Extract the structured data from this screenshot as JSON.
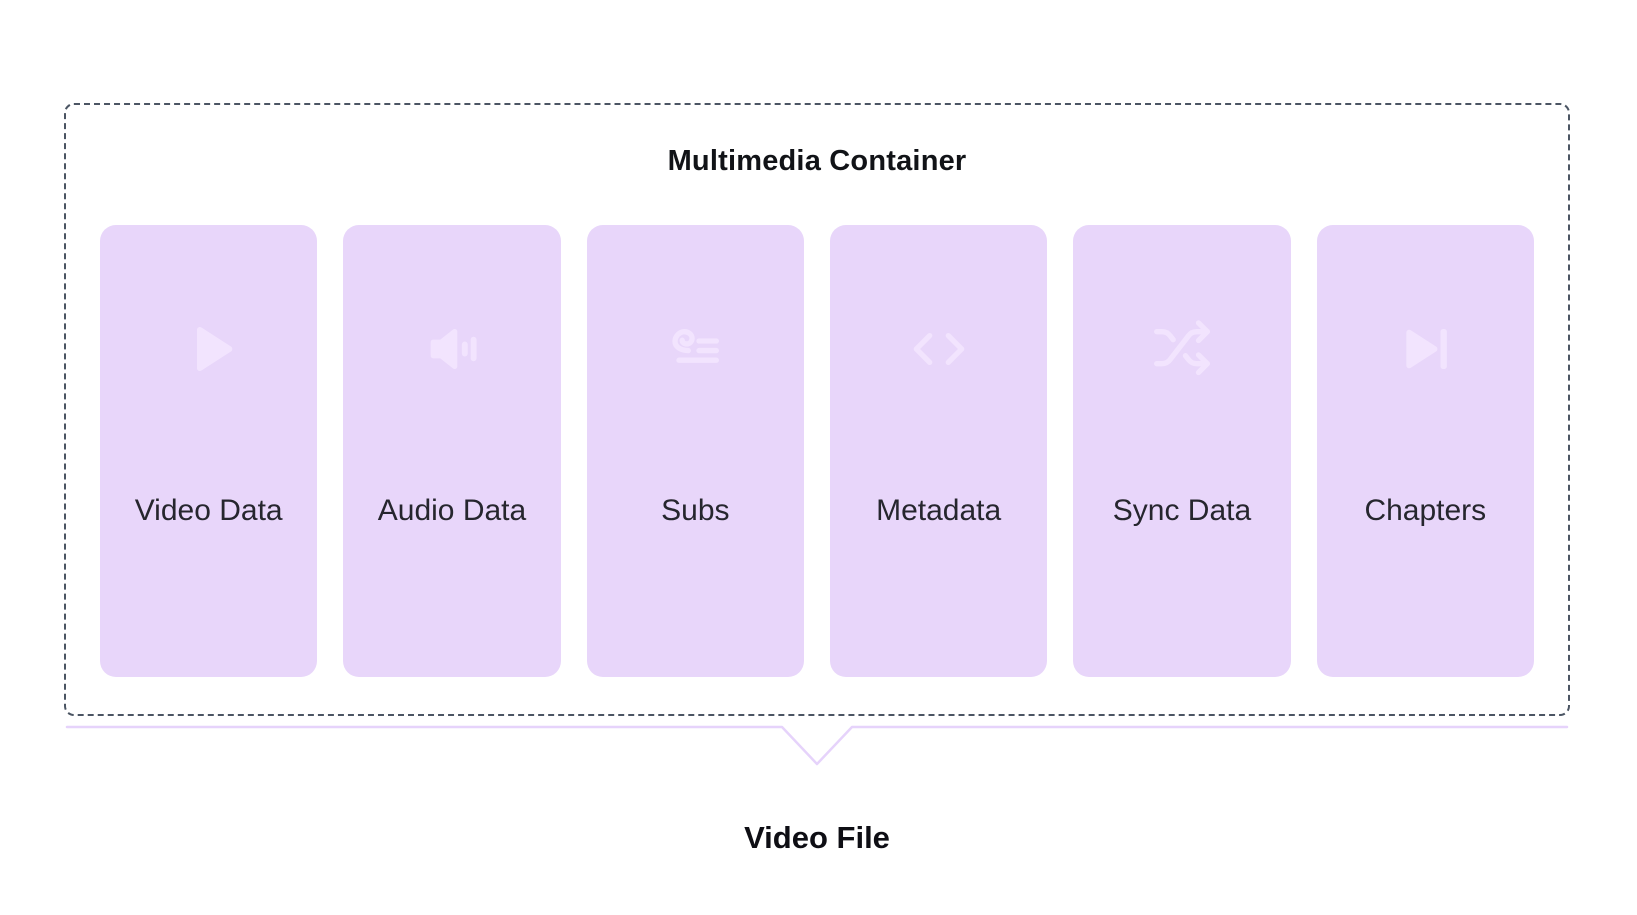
{
  "diagram": {
    "container": {
      "title": "Multimedia Container",
      "cards": [
        {
          "label": "Video Data",
          "icon": "play-icon"
        },
        {
          "label": "Audio Data",
          "icon": "volume-icon"
        },
        {
          "label": "Subs",
          "icon": "subtitles-icon"
        },
        {
          "label": "Metadata",
          "icon": "code-brackets-icon"
        },
        {
          "label": "Sync Data",
          "icon": "shuffle-icon"
        },
        {
          "label": "Chapters",
          "icon": "skip-end-icon"
        }
      ]
    },
    "caption": "Video File"
  },
  "colors": {
    "card_background": "#e8d6fa",
    "icon": "#f2e4fe",
    "text_dark": "#1c1c24",
    "brace": "#e6d3fb",
    "dashed_border": "#4b5563",
    "page_background": "#ffffff"
  }
}
